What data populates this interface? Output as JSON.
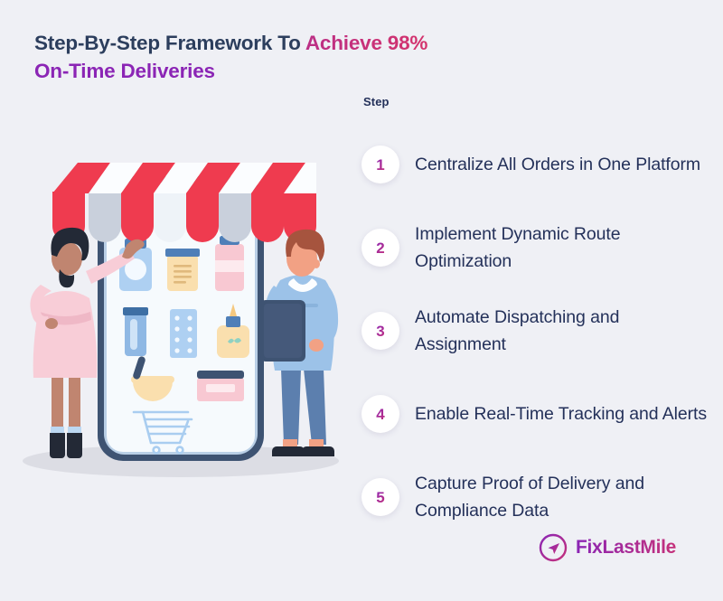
{
  "background_color": "#eff0f5",
  "title": {
    "line1_dark": "Step-By-Step Framework To ",
    "line1_accent": "Achieve 98%",
    "line2_accent": "On-Time Deliveries",
    "dark_color": "#2c3e5d",
    "pink_color": "#c5317a",
    "purple_color": "#8b25b5"
  },
  "steps_header": "Step",
  "steps": [
    {
      "number": "1",
      "text": "Centralize All Orders in One Platform"
    },
    {
      "number": "2",
      "text": "Implement Dynamic Route Optimization"
    },
    {
      "number": "3",
      "text": "Automate Dispatching and Assignment"
    },
    {
      "number": "4",
      "text": "Enable Real-Time Tracking and Alerts"
    },
    {
      "number": "5",
      "text": "Capture Proof of Delivery and Compliance Data"
    }
  ],
  "logo": {
    "icon": "paper-plane-in-circle-icon",
    "text": "FixLastMile",
    "gradient_from": "#8b25b5",
    "gradient_to": "#c5317a"
  },
  "illustration": {
    "name": "pharmacy-mobile-storefront-illustration",
    "elements": [
      "smartphone-storefront",
      "striped-awning",
      "woman-pointing",
      "man-with-clipboard",
      "medicine-bottles",
      "shopping-cart-icon",
      "mortar-and-pestle"
    ],
    "colors": {
      "phone_frame": "#3e5372",
      "phone_screen": "#f6fafd",
      "awning_red": "#ef3b4f",
      "awning_gray": "#c9d0dc",
      "woman_dress": "#f8cdd7",
      "man_sweater": "#9cc2e8",
      "man_pants": "#5c7fae",
      "ground_shadow": "#dcdde4"
    }
  }
}
